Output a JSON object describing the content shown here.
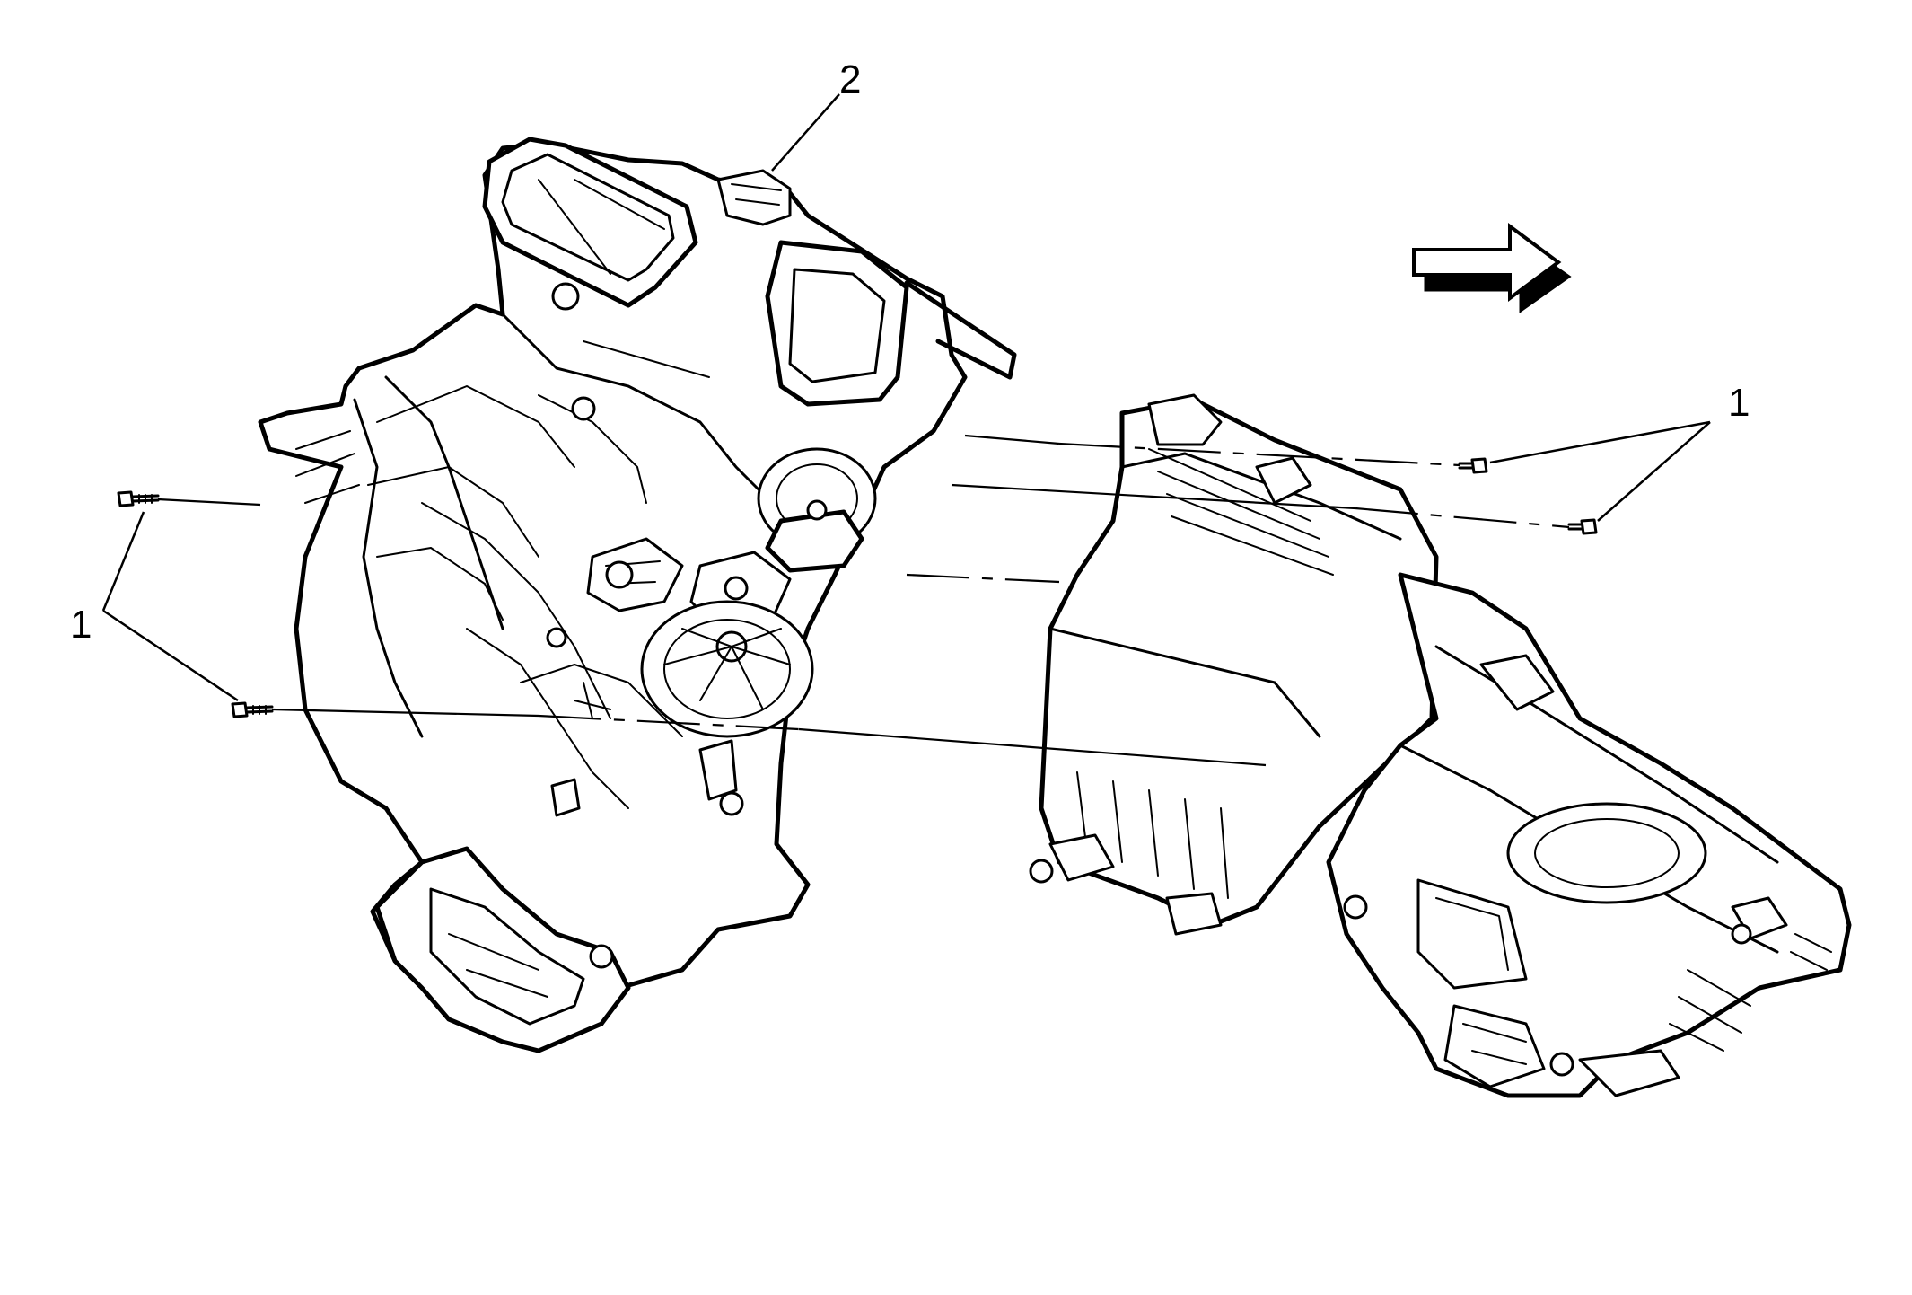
{
  "figure": {
    "callouts": {
      "fastener_label_left": "1",
      "fastener_label_right": "1",
      "assembly_label": "2"
    },
    "direction_arrow": {
      "icon": "hollow-arrow-right-icon",
      "direction": "right"
    },
    "line_color": "#000000",
    "background_color": "#ffffff"
  }
}
